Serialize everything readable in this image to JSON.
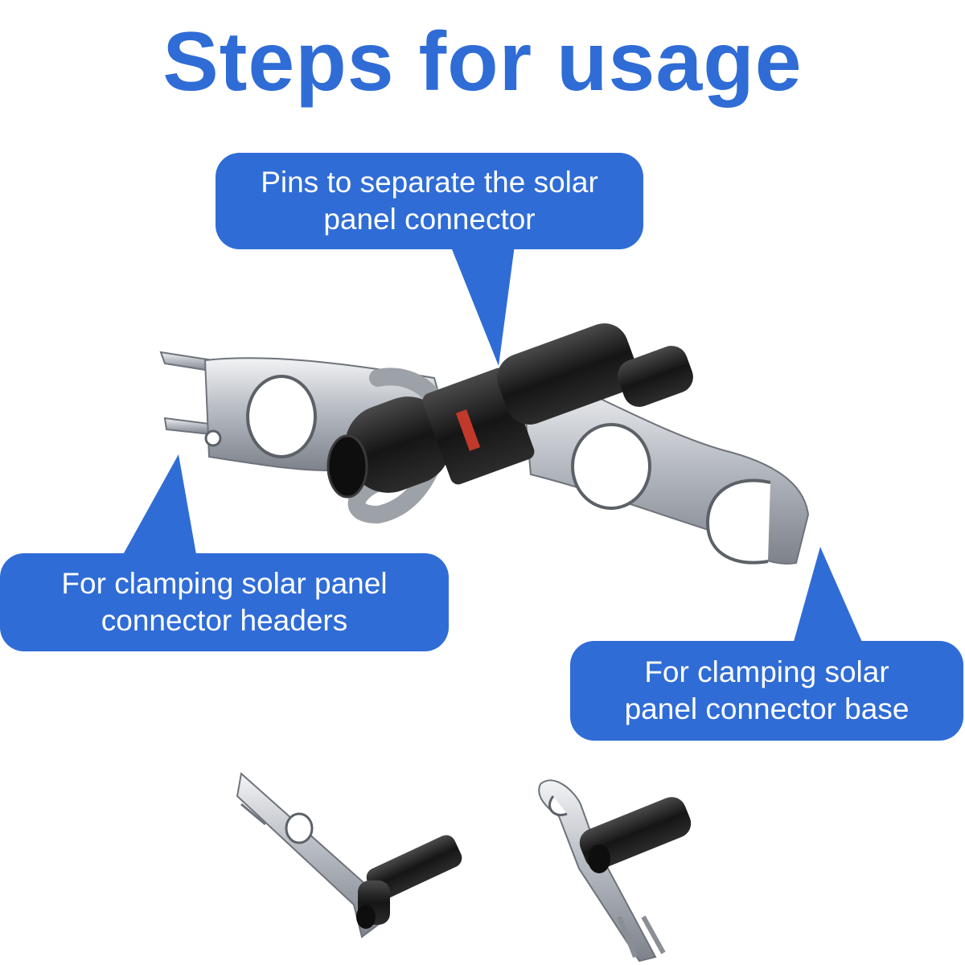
{
  "title": "Steps for usage",
  "callouts": {
    "pins": {
      "line1": "Pins to separate the solar",
      "line2": "panel connector"
    },
    "headers": {
      "line1": "For clamping solar panel",
      "line2": "connector headers"
    },
    "base": {
      "line1": "For clamping solar",
      "line2": "panel connector base"
    }
  },
  "colors": {
    "accent": "#2f6cd6",
    "metal": "#c9ccd1",
    "connector": "#1a1a1a",
    "background": "#ffffff"
  }
}
